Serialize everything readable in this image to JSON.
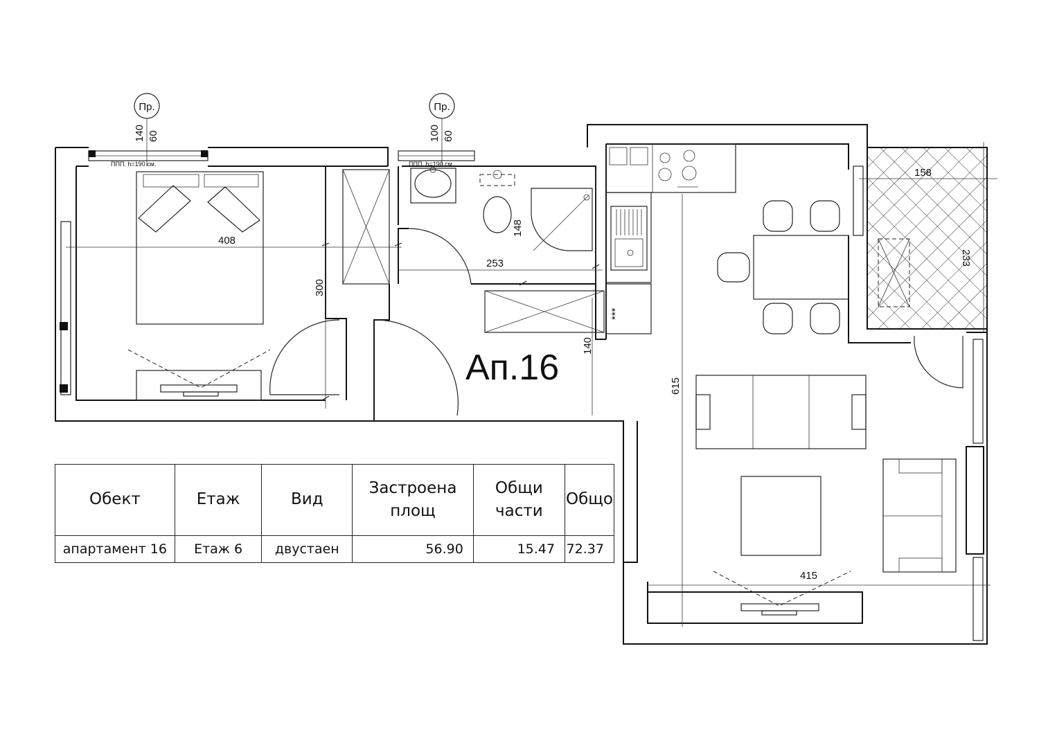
{
  "plan": {
    "title": "Ап.16",
    "windows": [
      {
        "tag": "Пр.",
        "size_w": "140",
        "size_h": "60",
        "note": "ППП. h=190 см."
      },
      {
        "tag": "Пр.",
        "size_w": "100",
        "size_h": "60",
        "note": "ППП. h=190 см."
      }
    ],
    "dimensions": {
      "bedroom_width": "408",
      "bedroom_depth": "300",
      "bath_width": "253",
      "bath_depth": "148",
      "hall_depth": "140",
      "living_depth": "615",
      "balcony_width": "158",
      "balcony_depth": "233",
      "living_width": "415"
    },
    "appliance_mark": "***"
  },
  "table": {
    "headers": [
      "Обект",
      "Етаж",
      "Вид",
      "Застроена площ",
      "Общи части",
      "Общо"
    ],
    "rows": [
      [
        "апартамент 16",
        "Етаж 6",
        "двустаен",
        "56.90",
        "15.47",
        "72.37"
      ]
    ]
  }
}
